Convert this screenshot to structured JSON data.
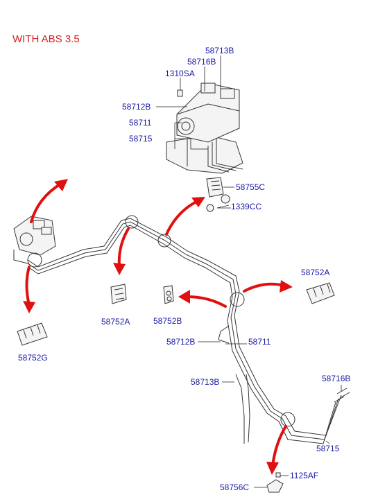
{
  "title": "WITH ABS 3.5",
  "colors": {
    "title": "#d42020",
    "part_number": "#1a1aa6",
    "arrow": "#e01010"
  },
  "labels": {
    "p58713B_top": "58713B",
    "p58716B_top": "58716B",
    "p1310SA": "1310SA",
    "p58712B_top": "58712B",
    "p58711_top": "58711",
    "p58715_top": "58715",
    "p58755C": "58755C",
    "p1339CC": "1339CC",
    "p58752A_right": "58752A",
    "p58752A_left": "58752A",
    "p58752B": "58752B",
    "p58752G": "58752G",
    "p58712B_mid": "58712B",
    "p58711_mid": "58711",
    "p58713B_bottom": "58713B",
    "p58716B_bottom": "58716B",
    "p58715_bottom": "58715",
    "p1125AF": "1125AF",
    "p58756C": "58756C"
  },
  "icons": [
    "abs-module-icon",
    "clip-icon",
    "bracket-icon",
    "nut-icon",
    "bolt-icon"
  ]
}
